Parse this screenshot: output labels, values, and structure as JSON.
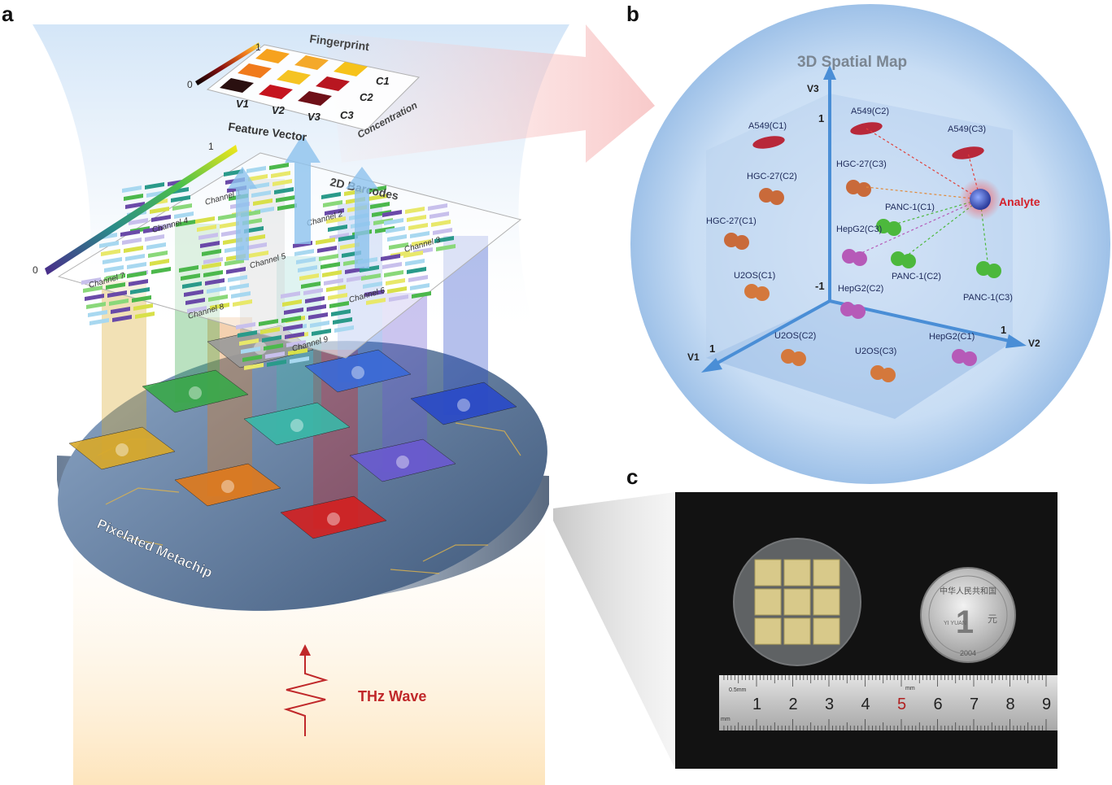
{
  "panels": {
    "a": "a",
    "b": "b",
    "c": "c"
  },
  "panel_a": {
    "fingerprint_title": "Fingerprint",
    "fp_scale_max": "1",
    "fp_scale_min": "0",
    "fp_rows": [
      "C1",
      "C2",
      "C3"
    ],
    "fp_cols": [
      "V1",
      "V2",
      "V3"
    ],
    "fp_cells": [
      [
        "#f6a21e",
        "#f4a92a",
        "#f6c21a"
      ],
      [
        "#f07a1c",
        "#f5c322",
        "#b81620"
      ],
      [
        "#2a1010",
        "#c5141e",
        "#6e1018"
      ]
    ],
    "concentration_label": "Concentration",
    "feature_vector_label": "Feature Vector",
    "barcodes_title": "2D Barcodes",
    "bar_scale_max": "1",
    "bar_scale_min": "0",
    "channels": [
      "Channel 1",
      "Channel 2",
      "Channel 3",
      "Channel 4",
      "Channel 5",
      "Channel 6",
      "Channel 7",
      "Channel 8",
      "Channel 9"
    ],
    "chip_label": "Pixelated Metachip",
    "wave_label": "THz Wave"
  },
  "panel_b": {
    "title": "3D Spatial Map",
    "axes": {
      "v1": "V1",
      "v2": "V2",
      "v3": "V3"
    },
    "ticks": {
      "v3_top": "1",
      "v3_bottom": "-1",
      "v1_end": "1",
      "v2_end": "1"
    },
    "analyte": "Analyte",
    "cells": [
      {
        "label": "A549(C1)",
        "color": "#b8283a",
        "kind": "spindle"
      },
      {
        "label": "A549(C2)",
        "color": "#b8283a",
        "kind": "spindle"
      },
      {
        "label": "A549(C3)",
        "color": "#b8283a",
        "kind": "spindle"
      },
      {
        "label": "HGC-27(C2)",
        "color": "#c96a3a",
        "kind": "ball"
      },
      {
        "label": "HGC-27(C3)",
        "color": "#c96a3a",
        "kind": "ball"
      },
      {
        "label": "HGC-27(C1)",
        "color": "#c96a3a",
        "kind": "ball"
      },
      {
        "label": "PANC-1(C1)",
        "color": "#4cb83c",
        "kind": "ball"
      },
      {
        "label": "HepG2(C3)",
        "color": "#b65ab8",
        "kind": "ball"
      },
      {
        "label": "PANC-1(C2)",
        "color": "#4cb83c",
        "kind": "ball"
      },
      {
        "label": "U2OS(C1)",
        "color": "#d4783c",
        "kind": "ball"
      },
      {
        "label": "HepG2(C2)",
        "color": "#b65ab8",
        "kind": "ball"
      },
      {
        "label": "PANC-1(C3)",
        "color": "#4cb83c",
        "kind": "ball"
      },
      {
        "label": "U2OS(C2)",
        "color": "#d4783c",
        "kind": "ball"
      },
      {
        "label": "U2OS(C3)",
        "color": "#d4783c",
        "kind": "ball"
      },
      {
        "label": "HepG2(C1)",
        "color": "#b65ab8",
        "kind": "ball"
      }
    ]
  },
  "panel_c": {
    "ruler_numbers": [
      "1",
      "2",
      "3",
      "4",
      "5",
      "6",
      "7",
      "8",
      "9"
    ],
    "ruler_unit_top": "0.5mm",
    "ruler_unit_bottom": "mm",
    "ruler_unit_mid": "mm",
    "coin_text": "中华人民共和国",
    "coin_value": "1",
    "coin_char": "元",
    "coin_pinyin": "YI YUAN",
    "coin_year": "2004"
  }
}
